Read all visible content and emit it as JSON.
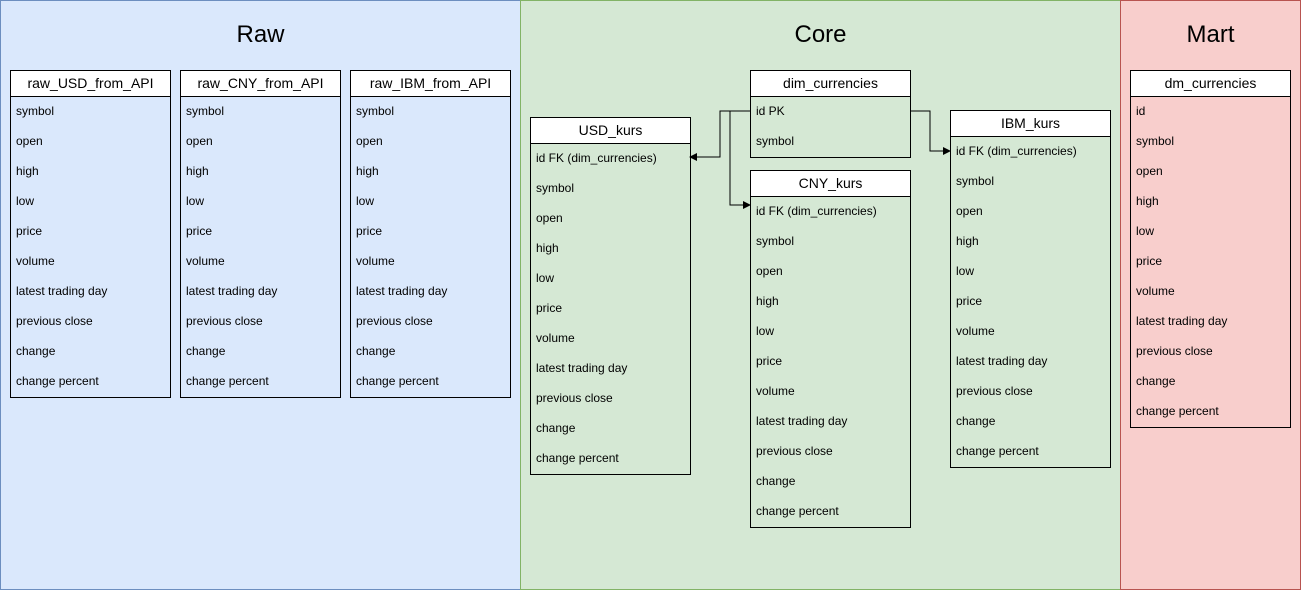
{
  "zones": {
    "raw": "Raw",
    "core": "Core",
    "mart": "Mart"
  },
  "tables": {
    "raw_usd": {
      "name": "raw_USD_from_API",
      "columns": [
        "symbol",
        "open",
        "high",
        "low",
        "price",
        "volume",
        "latest trading day",
        "previous close",
        "change",
        "change percent"
      ]
    },
    "raw_cny": {
      "name": "raw_CNY_from_API",
      "columns": [
        "symbol",
        "open",
        "high",
        "low",
        "price",
        "volume",
        "latest trading day",
        "previous close",
        "change",
        "change percent"
      ]
    },
    "raw_ibm": {
      "name": "raw_IBM_from_API",
      "columns": [
        "symbol",
        "open",
        "high",
        "low",
        "price",
        "volume",
        "latest trading day",
        "previous close",
        "change",
        "change percent"
      ]
    },
    "dim_currencies": {
      "name": "dim_currencies",
      "columns": [
        "id PK",
        "symbol"
      ]
    },
    "usd_kurs": {
      "name": "USD_kurs",
      "columns": [
        "id FK (dim_currencies)",
        "symbol",
        "open",
        "high",
        "low",
        "price",
        "volume",
        "latest trading day",
        "previous close",
        "change",
        "change percent"
      ]
    },
    "cny_kurs": {
      "name": "CNY_kurs",
      "columns": [
        "id FK (dim_currencies)",
        "symbol",
        "open",
        "high",
        "low",
        "price",
        "volume",
        "latest trading day",
        "previous close",
        "change",
        "change percent"
      ]
    },
    "ibm_kurs": {
      "name": "IBM_kurs",
      "columns": [
        "id FK (dim_currencies)",
        "symbol",
        "open",
        "high",
        "low",
        "price",
        "volume",
        "latest trading day",
        "previous close",
        "change",
        "change percent"
      ]
    },
    "dm_currencies": {
      "name": "dm_currencies",
      "columns": [
        "id",
        "symbol",
        "open",
        "high",
        "low",
        "price",
        "volume",
        "latest trading day",
        "previous close",
        "change",
        "change percent"
      ]
    }
  }
}
